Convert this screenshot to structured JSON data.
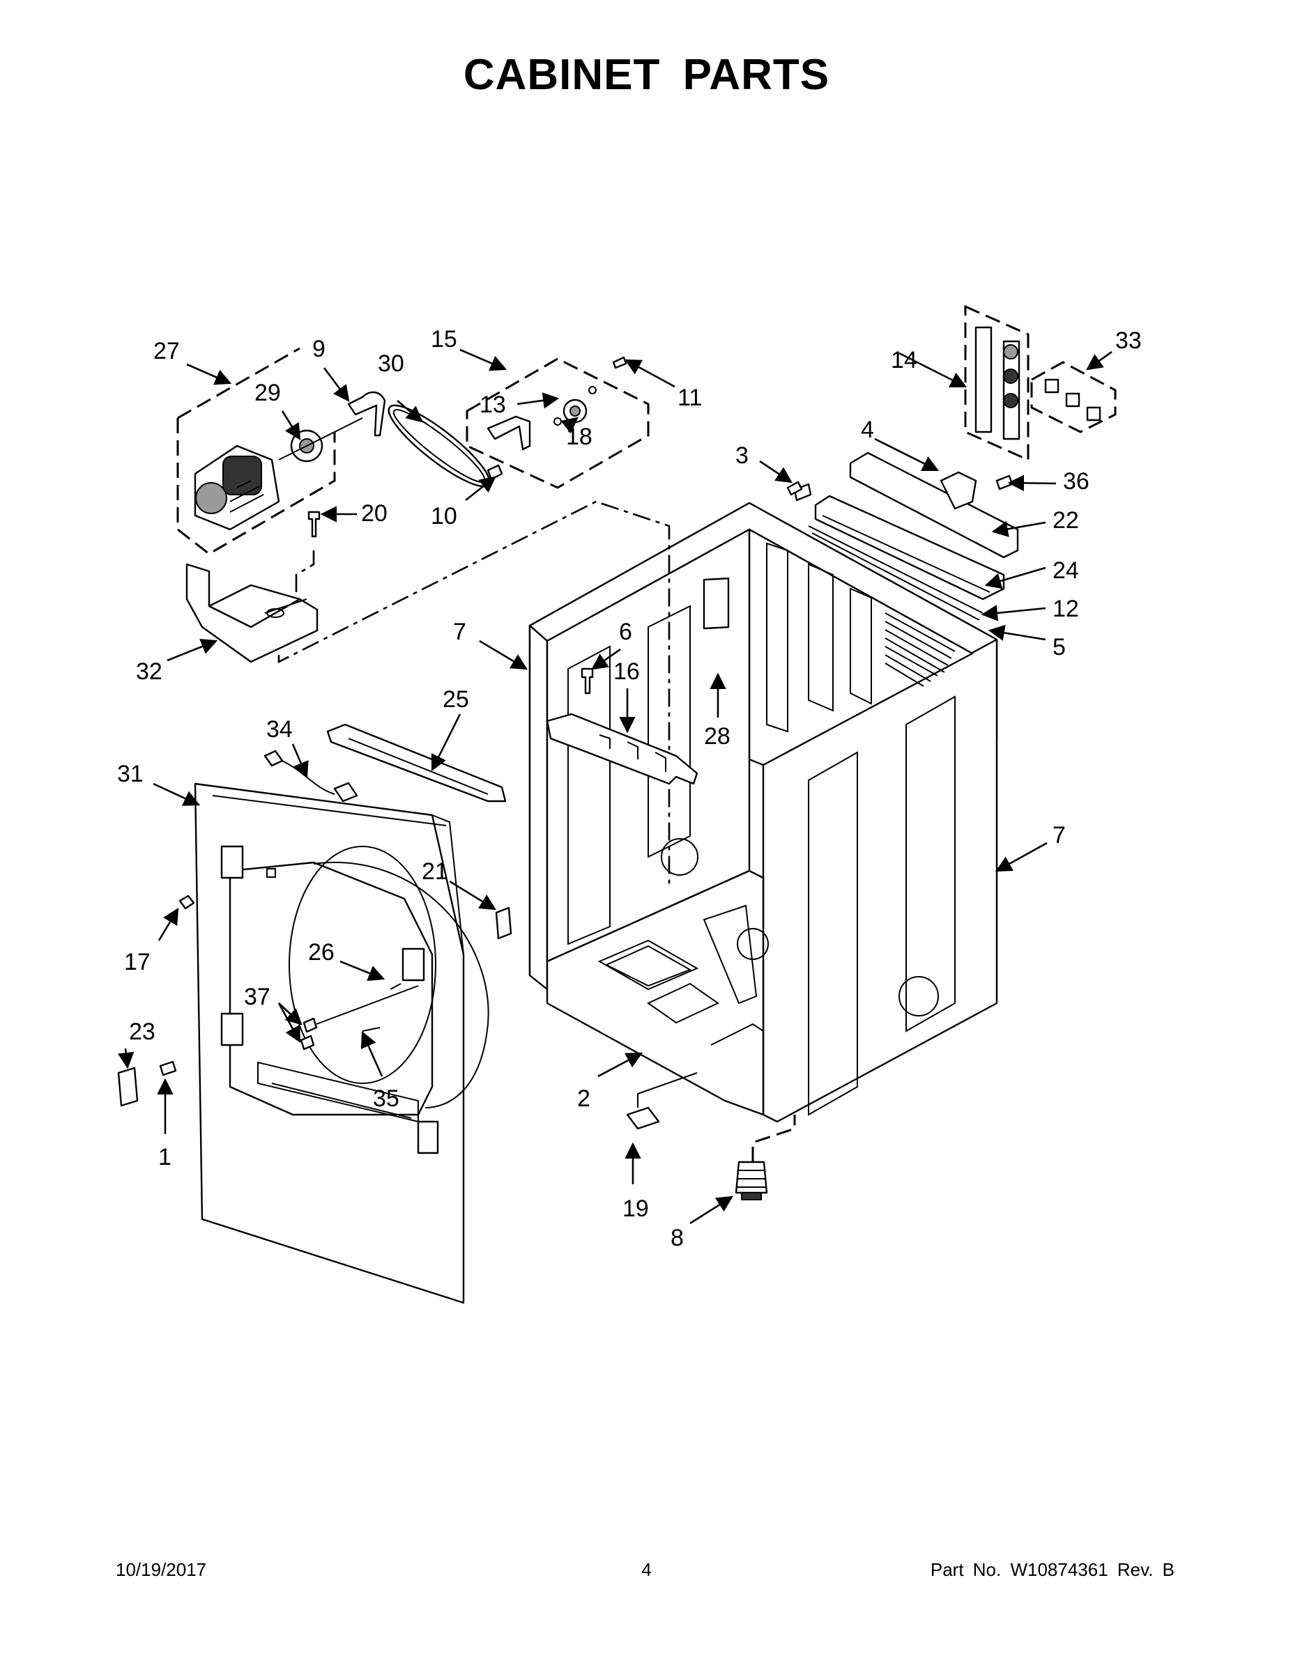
{
  "title": "CABINET PARTS",
  "callouts": [
    "1",
    "2",
    "3",
    "4",
    "5",
    "6",
    "7",
    "7",
    "8",
    "9",
    "10",
    "11",
    "12",
    "13",
    "14",
    "15",
    "16",
    "17",
    "18",
    "19",
    "20",
    "21",
    "22",
    "23",
    "24",
    "25",
    "26",
    "27",
    "28",
    "29",
    "30",
    "31",
    "32",
    "33",
    "34",
    "35",
    "36",
    "37"
  ],
  "footer": {
    "date": "10/19/2017",
    "page": "4",
    "part_number": "Part No.  W10874361  Rev.  B"
  }
}
